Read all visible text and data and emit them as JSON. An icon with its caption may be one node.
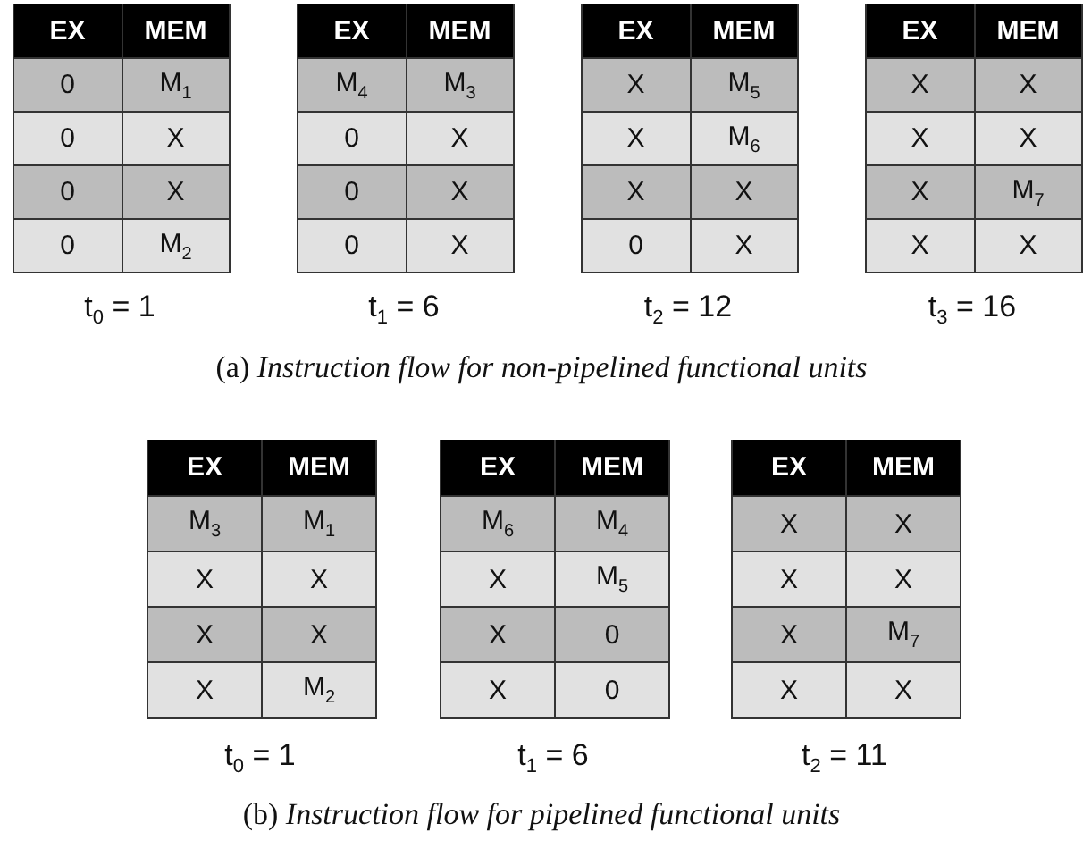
{
  "diagram": {
    "labels": [
      "EX",
      "MEM",
      "0",
      "M$_{1}$",
      "0",
      "X",
      "0",
      "X",
      "0",
      "M$_{2}$",
      "t$_{0}$ = 1",
      "EX",
      "MEM",
      "M$_{4}$",
      "M$_{3}$",
      "0",
      "X",
      "0",
      "X",
      "0",
      "X",
      "t$_{1}$ = 6",
      "EX",
      "MEM",
      "X",
      "M$_{5}$",
      "X",
      "M$_{6}$",
      "X",
      "X",
      "0",
      "X",
      "t$_{2}$ = 12",
      "EX",
      "MEM",
      "X",
      "X",
      "X",
      "X",
      "X",
      "M$_{7}$",
      "X",
      "X",
      "t$_{3}$ = 16",
      "(a) *Instruction flow for non-pipelined functional units*",
      "EX",
      "MEM",
      "M$_{3}$",
      "M$_{1}$",
      "X",
      "X",
      "X",
      "X",
      "X",
      "M$_{2}$",
      "t$_{0}$ = 1",
      "EX",
      "MEM",
      "M$_{6}$",
      "M$_{4}$",
      "X",
      "M$_{5}$",
      "X",
      "0",
      "X",
      "0",
      "t$_{1}$ = 6",
      "EX",
      "MEM",
      "X",
      "X",
      "X",
      "X",
      "X",
      "M$_{7}$",
      "X",
      "X",
      "t$_{2}$ = 11",
      "(b) *Instruction flow for pipelined functional units*"
    ]
  }
}
